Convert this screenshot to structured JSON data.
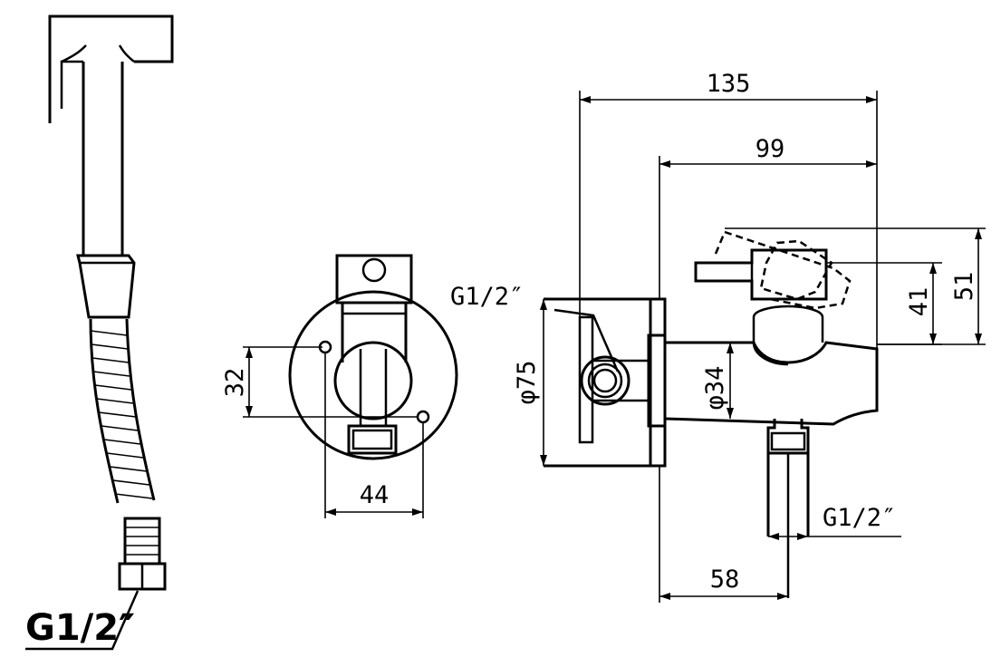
{
  "hand_shower": {
    "thread_label": "G1/2″"
  },
  "front_view": {
    "vertical_spacing": "32",
    "horizontal_spacing": "44"
  },
  "side_view": {
    "overall_width": "135",
    "body_width": "99",
    "outlet_offset": "58",
    "handle_height_inner": "41",
    "handle_height_outer": "51",
    "plate_diameter": "φ75",
    "body_diameter": "φ34",
    "inlet_thread": "G1/2″",
    "outlet_thread": "G1/2″"
  }
}
